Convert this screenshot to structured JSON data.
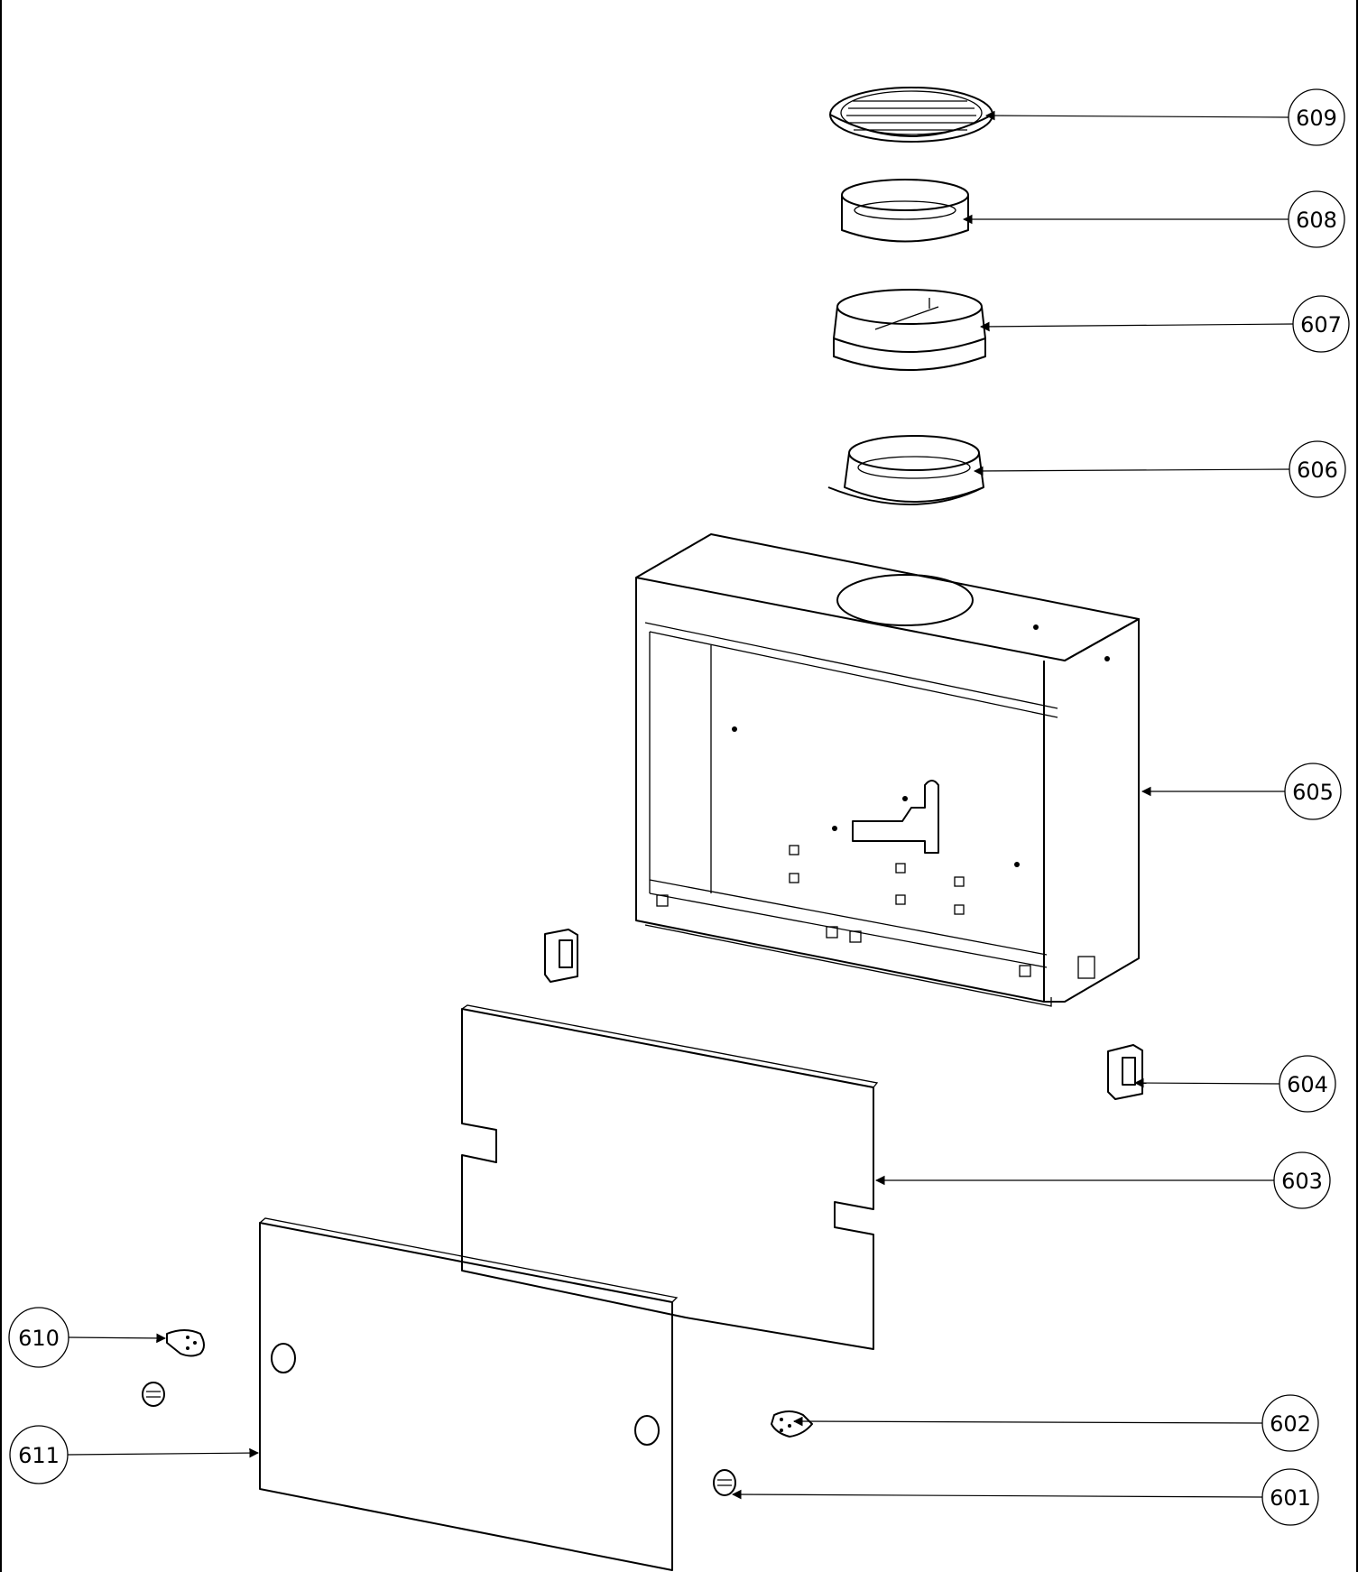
{
  "callouts": [
    {
      "id": "609",
      "label": "609"
    },
    {
      "id": "608",
      "label": "608"
    },
    {
      "id": "607",
      "label": "607"
    },
    {
      "id": "606",
      "label": "606"
    },
    {
      "id": "605",
      "label": "605"
    },
    {
      "id": "604",
      "label": "604"
    },
    {
      "id": "603",
      "label": "603"
    },
    {
      "id": "610",
      "label": "610"
    },
    {
      "id": "611",
      "label": "611"
    },
    {
      "id": "602",
      "label": "602"
    },
    {
      "id": "601",
      "label": "601"
    }
  ]
}
